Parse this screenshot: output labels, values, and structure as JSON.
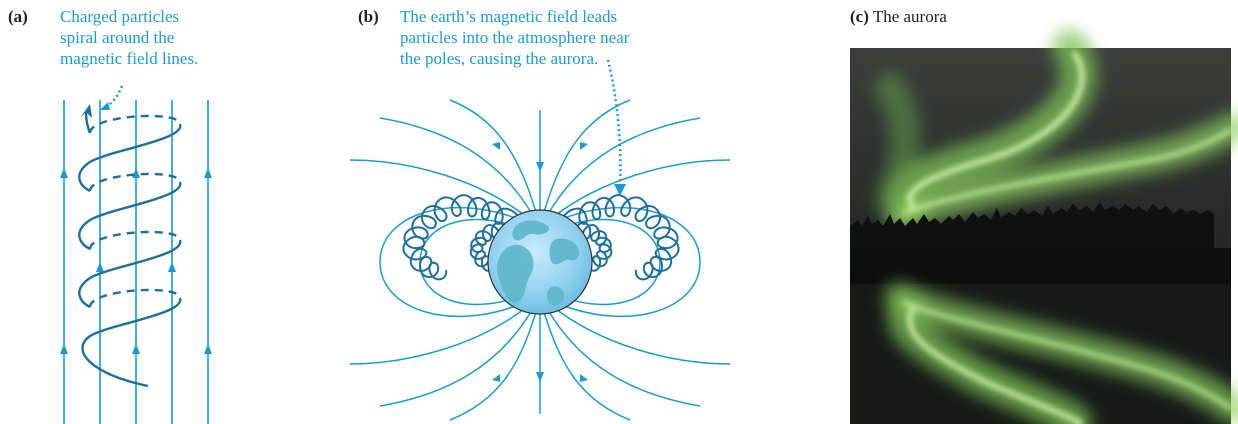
{
  "panels": [
    {
      "label": "(a)",
      "caption_lines": [
        "Charged particles",
        "spiral around the",
        "magnetic field lines."
      ]
    },
    {
      "label": "(b)",
      "caption_lines": [
        "The earth’s magnetic field leads",
        "particles into the atmosphere near",
        "the poles, causing the aurora."
      ]
    },
    {
      "label": "(c)",
      "caption": "The aurora"
    }
  ],
  "colors": {
    "field_line": "#1b9bd1",
    "spiral": "#1f6f9e",
    "caption_text": "#1b9bd1",
    "earth_ocean": "#8fd0ef",
    "earth_land": "#5fb6c9",
    "aurora_green": "#9ee06b",
    "sky_dark": "#1e2320"
  }
}
